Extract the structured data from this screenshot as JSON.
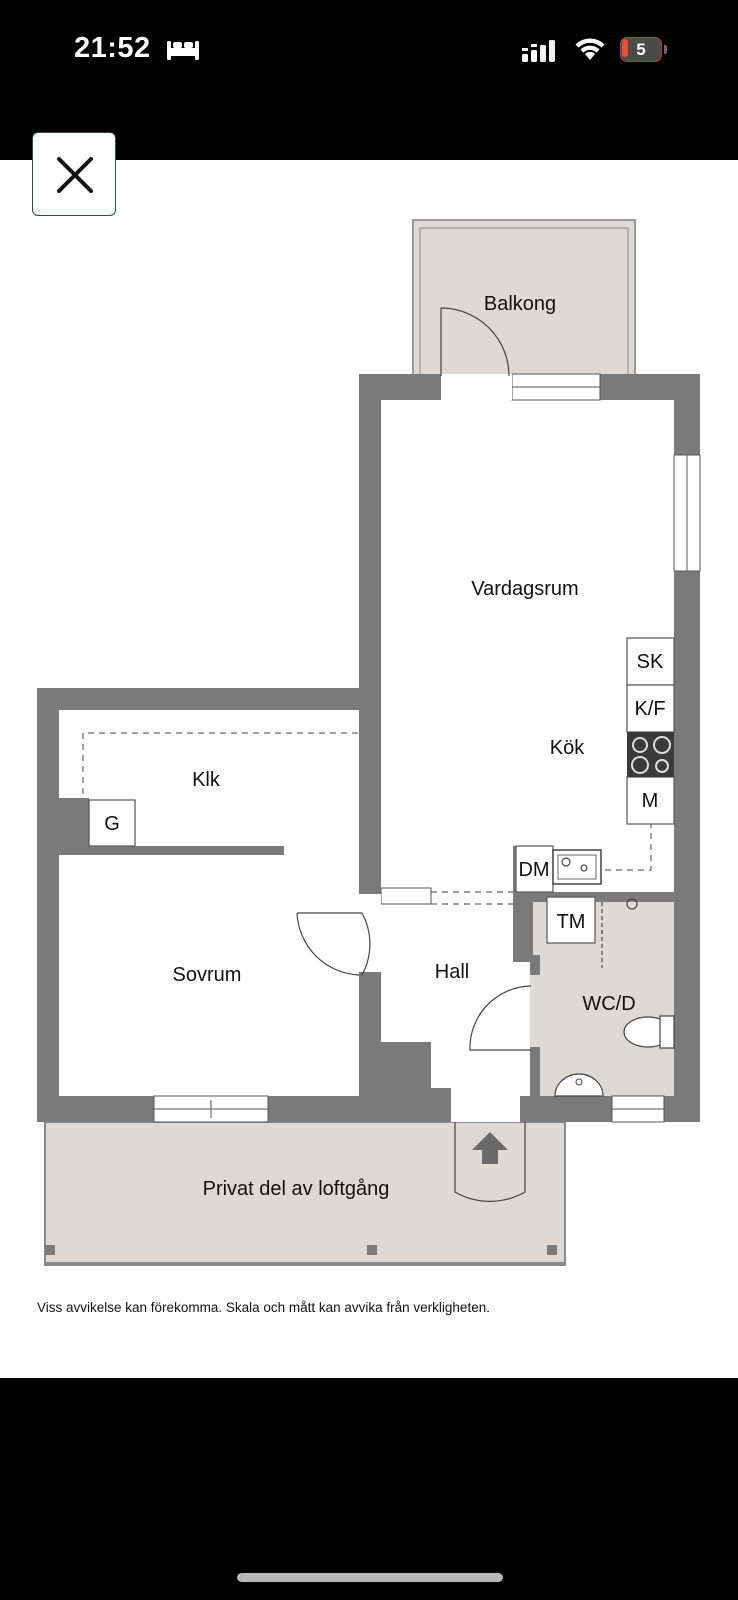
{
  "status_bar": {
    "time": "21:52",
    "battery_level": "5",
    "icons": [
      "sleep-focus-icon",
      "cellular-signal-icon",
      "wifi-icon",
      "battery-icon"
    ]
  },
  "viewer": {
    "close_icon": "close-icon"
  },
  "floorplan": {
    "rooms": {
      "balcony": "Balkong",
      "living_room": "Vardagsrum",
      "kitchen": "Kök",
      "closet": "Klk",
      "bedroom": "Sovrum",
      "hall": "Hall",
      "bathroom": "WC/D",
      "walkway": "Privat del av loftgång"
    },
    "fixtures": {
      "sk": "SK",
      "kf": "K/F",
      "m": "M",
      "dm": "DM",
      "tm": "TM",
      "g": "G"
    },
    "colors": {
      "wall": "#7a7a7a",
      "outdoor_floor": "#ddd9d6",
      "bathroom_floor": "#ddd9d6"
    }
  },
  "disclaimer": "Viss avvikelse kan förekomma. Skala och mått kan avvika från verkligheten."
}
